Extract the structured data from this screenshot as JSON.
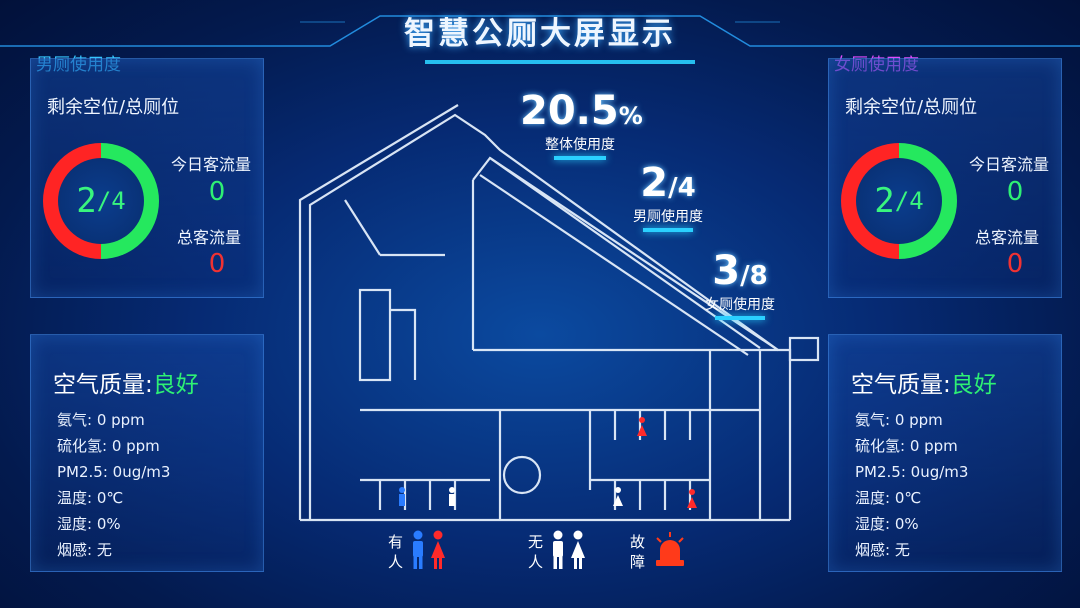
{
  "page_title": "智慧公厕大屏显示",
  "male": {
    "section_title": "男厕使用度",
    "vacancy_label": "剩余空位/总厕位",
    "vacancy_value": "2",
    "vacancy_total": "4",
    "today_label": "今日客流量",
    "today_value": "0",
    "total_label": "总客流量",
    "total_value": "0"
  },
  "female": {
    "section_title": "女厕使用度",
    "vacancy_label": "剩余空位/总厕位",
    "vacancy_value": "2",
    "vacancy_total": "4",
    "today_label": "今日客流量",
    "today_value": "0",
    "total_label": "总客流量",
    "total_value": "0"
  },
  "air_left": {
    "title": "空气质量:",
    "status": "良好",
    "rows": [
      "氨气: 0  ppm",
      "硫化氢: 0  ppm",
      "PM2.5: 0ug/m3",
      "温度: 0℃",
      "湿度: 0%",
      "烟感: 无"
    ]
  },
  "air_right": {
    "title": "空气质量:",
    "status": "良好",
    "rows": [
      "氨气: 0  ppm",
      "硫化氢: 0  ppm",
      "PM2.5: 0ug/m3",
      "温度: 0℃",
      "湿度: 0%",
      "烟感: 无"
    ]
  },
  "stats": {
    "overall_value": "20.5",
    "overall_unit": "%",
    "overall_label": "整体使用度",
    "male_value": "2",
    "male_total": "4",
    "male_label": "男厕使用度",
    "female_value": "3",
    "female_total": "8",
    "female_label": "女厕使用度"
  },
  "legend": {
    "occupied_1": "有",
    "occupied_2": "人",
    "vacant_1": "无",
    "vacant_2": "人",
    "fault_1": "故",
    "fault_2": "障"
  },
  "colors": {
    "accent": "#2ad0ff",
    "vacant": "#25e85e",
    "occupied": "#ff2424",
    "male_title": "#36c6ff",
    "female_title": "#e04cff"
  },
  "icons": [
    "male-person-icon",
    "female-person-icon",
    "alarm-light-icon"
  ]
}
